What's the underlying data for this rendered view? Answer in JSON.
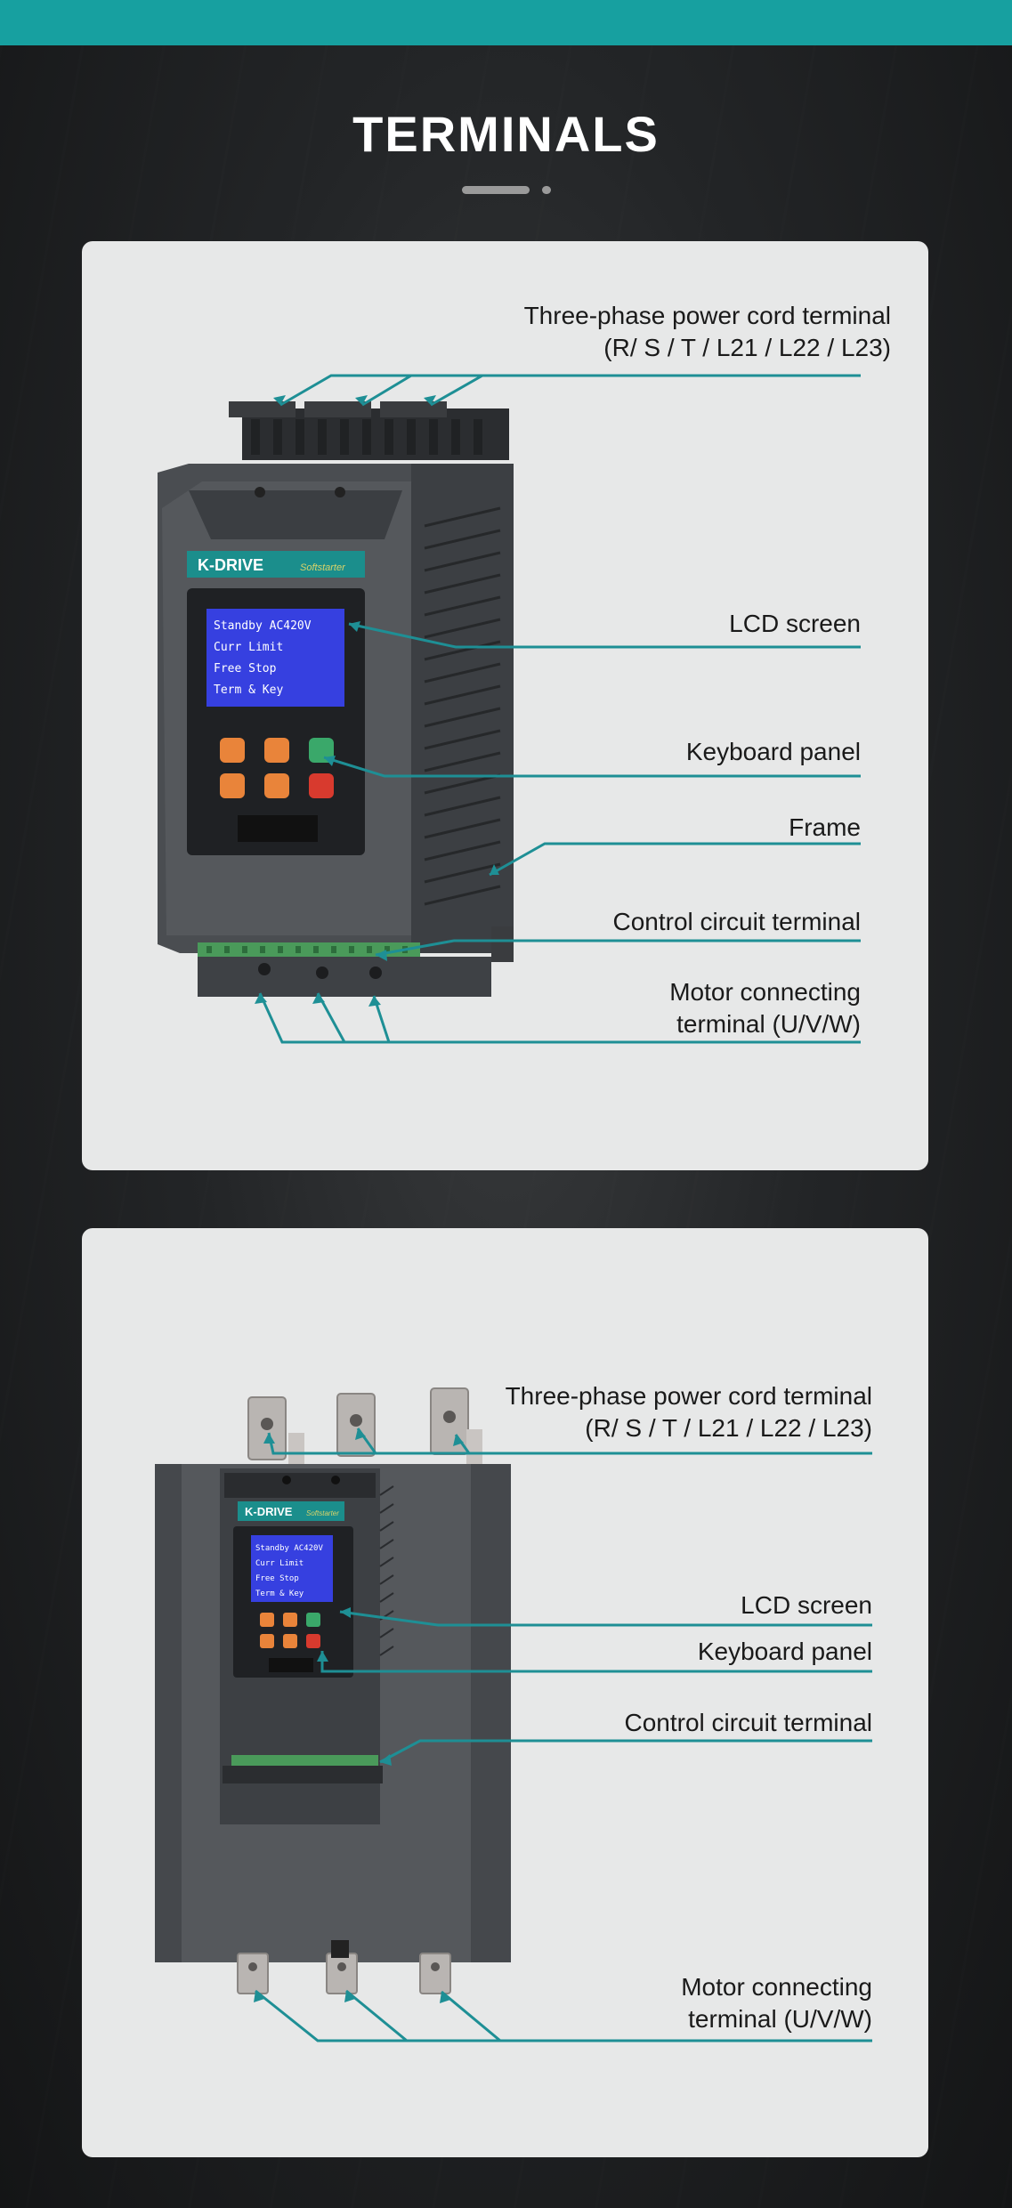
{
  "page": {
    "title": "TERMINALS"
  },
  "colors": {
    "accent": "#17a0a0",
    "card_bg": "#e7e8e8",
    "leader_line": "#1e8f95",
    "device_body": "#4b4e52"
  },
  "device": {
    "brand": "K-DRIVE",
    "subtitle": "Softstarter",
    "lcd_lines": [
      "Standby AC420V",
      "Curr Limit",
      "Free Stop",
      "Term & Key"
    ]
  },
  "card1": {
    "labels": {
      "power_line1": "Three-phase power cord terminal",
      "power_line2": "(R/ S / T / L21 / L22 / L23)",
      "lcd": "LCD screen",
      "keyboard": "Keyboard panel",
      "frame": "Frame",
      "control": "Control circuit terminal",
      "motor_line1": "Motor connecting",
      "motor_line2": "terminal (U/V/W)"
    }
  },
  "card2": {
    "labels": {
      "power_line1": "Three-phase power cord terminal",
      "power_line2": "(R/ S / T / L21 / L22 / L23)",
      "lcd": "LCD screen",
      "keyboard": "Keyboard panel",
      "control": "Control circuit terminal",
      "motor_line1": "Motor connecting",
      "motor_line2": "terminal (U/V/W)"
    }
  }
}
